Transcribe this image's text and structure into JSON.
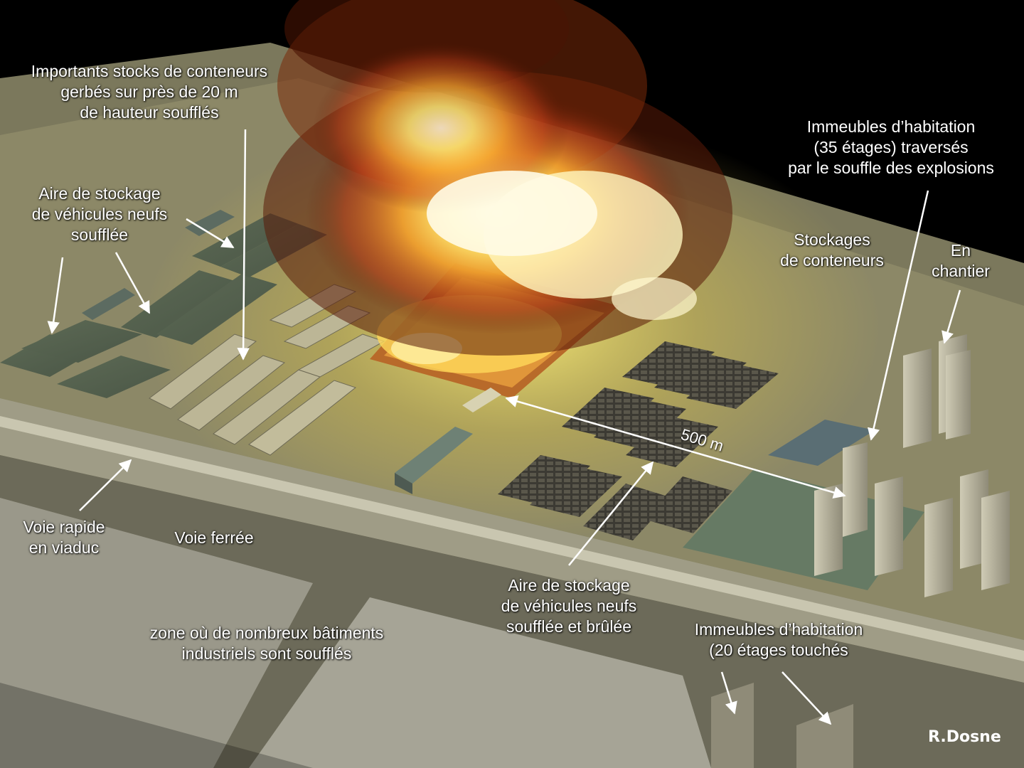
{
  "labels": {
    "containers_blown": [
      "Importants stocks de conteneurs",
      "gerbés sur près de 20 m",
      "de hauteur soufflés"
    ],
    "vehicle_storage_blown": [
      "Aire de stockage",
      "de véhicules neufs",
      "soufflée"
    ],
    "towers_35": [
      "Immeubles d’habitation",
      "(35 étages) traversés",
      "par le souffle des explosions"
    ],
    "container_storage": [
      "Stockages",
      "de conteneurs"
    ],
    "construction": [
      "En",
      "chantier"
    ],
    "expressway": [
      "Voie rapide",
      "en viaduc"
    ],
    "railway": [
      "Voie ferrée"
    ],
    "vehicle_storage_burned": [
      "Aire de stockage",
      "de véhicules neufs",
      "soufflée et brûlée"
    ],
    "industrial_zone": [
      "zone où de nombreux bâtiments",
      "industriels sont soufflés"
    ],
    "towers_20": [
      "Immeubles d’habitation",
      "(20 étages touchés"
    ]
  },
  "distance_label": "500 m",
  "signature": "R.Dosne",
  "colors": {
    "background": "#000000",
    "ground": "#7d7a5c",
    "fire_core": "#fff7b0",
    "fire_outer": "#e0561a",
    "label_text": "#ffffff"
  }
}
